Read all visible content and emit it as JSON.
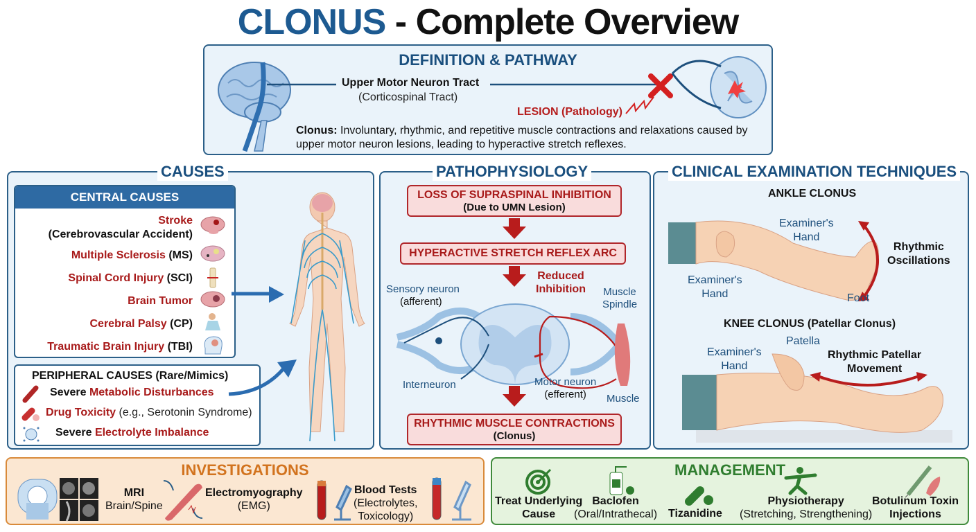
{
  "title": {
    "accent": "CLONUS",
    "rest": " - Complete Overview"
  },
  "definition": {
    "heading": "DEFINITION & PATHWAY",
    "tract": "Upper Motor Neuron Tract",
    "tract_sub": "(Corticospinal Tract)",
    "lesion": "LESION (Pathology)",
    "term": "Clonus:",
    "text": " Involuntary, rhythmic, and repetitive muscle contractions and relaxations caused by upper motor neuron lesions, leading to hyperactive stretch reflexes."
  },
  "causes": {
    "heading": "CAUSES",
    "central": {
      "heading": "CENTRAL CAUSES",
      "items": [
        {
          "name": "Stroke",
          "extra": "(Cerebrovascular Accident)",
          "icon": "brain-stroke-icon"
        },
        {
          "name": "Multiple Sclerosis",
          "extra": " (MS)",
          "icon": "brain-ms-icon"
        },
        {
          "name": "Spinal Cord Injury",
          "extra": " (SCI)",
          "icon": "spine-icon"
        },
        {
          "name": "Brain Tumor",
          "extra": "",
          "icon": "brain-tumor-icon"
        },
        {
          "name": "Cerebral Palsy",
          "extra": " (CP)",
          "icon": "child-icon"
        },
        {
          "name": "Traumatic Brain Injury",
          "extra": " (TBI)",
          "icon": "head-injury-icon"
        }
      ]
    },
    "peripheral": {
      "heading": "PERIPHERAL CAUSES (Rare/Mimics)",
      "items": [
        {
          "prefix": "Severe ",
          "name": "Metabolic Disturbances",
          "suffix": "",
          "icon": "test-tube-icon"
        },
        {
          "prefix": "",
          "name": "Drug Toxicity",
          "suffix": " (e.g., Serotonin Syndrome)",
          "icon": "pill-icon"
        },
        {
          "prefix": "Severe ",
          "name": "Electrolyte Imbalance",
          "suffix": "",
          "icon": "ion-icon"
        }
      ]
    }
  },
  "pathophysiology": {
    "heading": "PATHOPHYSIOLOGY",
    "steps": [
      {
        "title": "LOSS OF SUPRASPINAL INHIBITION",
        "sub": "(Due to UMN Lesion)"
      },
      {
        "title": "HYPERACTIVE STRETCH REFLEX ARC",
        "sub": ""
      },
      {
        "title": "RHYTHMIC MUSCLE CONTRACTIONS",
        "sub": "(Clonus)"
      }
    ],
    "labels": {
      "sensory": "Sensory neuron",
      "sensory_sub": "(afferent)",
      "reduced": "Reduced",
      "reduced2": "Inhibition",
      "spindle": "Muscle",
      "spindle2": "Spindle",
      "interneuron": "Interneuron",
      "motor": "Motor neuron",
      "motor_sub": "(efferent)",
      "muscle": "Muscle"
    }
  },
  "exam": {
    "heading": "CLINICAL EXAMINATION TECHNIQUES",
    "ankle": {
      "title": "ANKLE CLONUS",
      "hand1": "Examiner's",
      "hand1b": "Hand",
      "hand2": "Examiner's",
      "hand2b": "Hand",
      "foot": "Foot",
      "osc": "Rhythmic",
      "osc2": "Oscillations"
    },
    "knee": {
      "title": "KNEE CLONUS (Patellar Clonus)",
      "patella": "Patella",
      "hand": "Examiner's",
      "handb": "Hand",
      "move": "Rhythmic Patellar",
      "move2": "Movement"
    }
  },
  "investigations": {
    "heading": "INVESTIGATIONS",
    "items": [
      {
        "title": "MRI",
        "sub": "Brain/Spine"
      },
      {
        "title": "Electromyography",
        "sub": "(EMG)"
      },
      {
        "title": "Blood Tests",
        "sub": "(Electrolytes,",
        "sub2": "Toxicology)"
      }
    ]
  },
  "management": {
    "heading": "MANAGEMENT",
    "items": [
      {
        "title": "Treat Underlying",
        "sub": "Cause"
      },
      {
        "title": "Baclofen",
        "sub": "(Oral/Intrathecal)"
      },
      {
        "title": "Tizanidine",
        "sub": ""
      },
      {
        "title": "Physiotherapy",
        "sub": "(Stretching, Strengthening)"
      },
      {
        "title": "Botulinum Toxin",
        "sub": "Injections"
      }
    ]
  },
  "colors": {
    "primary": "#1d5a91",
    "lesion": "#a81a1a",
    "invest": "#d2731e",
    "manage": "#2f7d2f"
  }
}
